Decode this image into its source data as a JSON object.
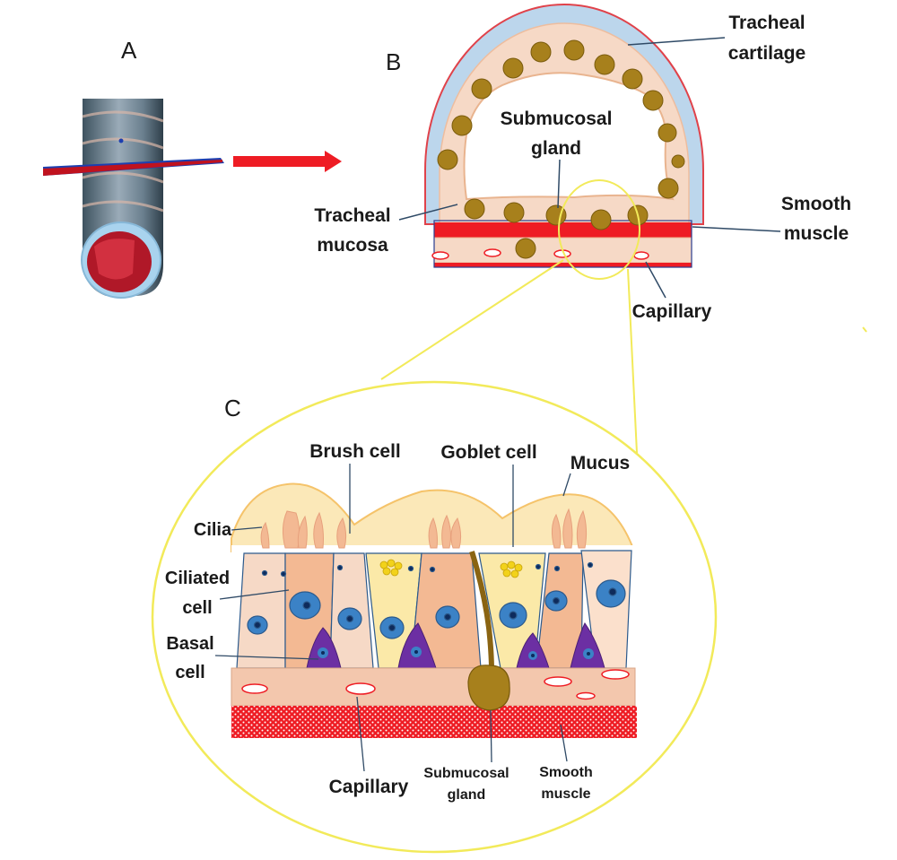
{
  "panels": {
    "a": "A",
    "b": "B",
    "c": "C"
  },
  "panel_b": {
    "tracheal_cartilage": [
      "Tracheal",
      "cartilage"
    ],
    "submucosal_gland": [
      "Submucosal",
      "gland"
    ],
    "tracheal_mucosa": [
      "Tracheal",
      "mucosa"
    ],
    "smooth_muscle": [
      "Smooth",
      "muscle"
    ],
    "capillary": "Capillary"
  },
  "panel_c": {
    "brush_cell": "Brush cell",
    "goblet_cell": "Goblet cell",
    "mucus": "Mucus",
    "cilia": "Cilia",
    "ciliated_cell": [
      "Ciliated",
      "cell"
    ],
    "basal_cell": [
      "Basal",
      "cell"
    ],
    "capillary": "Capillary",
    "submucosal_gland": [
      "Submucosal",
      "gland"
    ],
    "smooth_muscle": [
      "Smooth",
      "muscle"
    ]
  },
  "colors": {
    "cartilage": "#bcd6ec",
    "cartilage_outline": "#e0424a",
    "mucosa": "#f6d9c6",
    "gland": "#a7801c",
    "smooth_muscle": "#ee1c24",
    "zoom_outline": "#f2ea5a",
    "mucus": "#fbe8b8",
    "ciliated_cell": "#f3b993",
    "goblet_cell": "#fbe9a8",
    "nucleus": "#3b82c6",
    "basal_cell": "#6c2fa3"
  }
}
